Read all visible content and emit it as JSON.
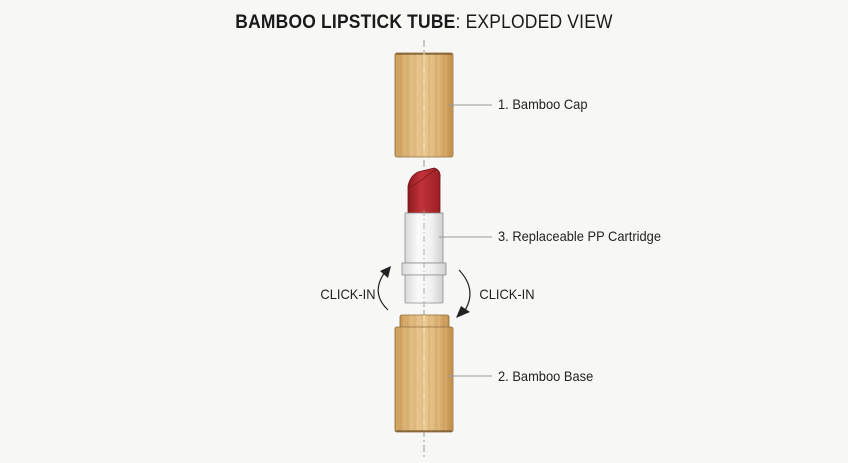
{
  "title": {
    "bold": "BAMBOO LIPSTICK TUBE",
    "rest": ": EXPLODED VIEW"
  },
  "components": [
    {
      "id": "cap",
      "label": "1. Bamboo Cap"
    },
    {
      "id": "base",
      "label": "2. Bamboo Base"
    },
    {
      "id": "cartridge",
      "label": "3. Replaceable PP Cartridge"
    }
  ],
  "annotations": {
    "left_arrow": "CLICK-IN",
    "right_arrow": "CLICK-IN"
  },
  "colors": {
    "background": "#f7f7f5",
    "bamboo_light": "#e2bf85",
    "bamboo_dark": "#c99a55",
    "lipstick_red": "#b5272d",
    "cartridge_white": "#f2f2f2",
    "leader_line": "#9a9a9a",
    "text": "#222222"
  }
}
